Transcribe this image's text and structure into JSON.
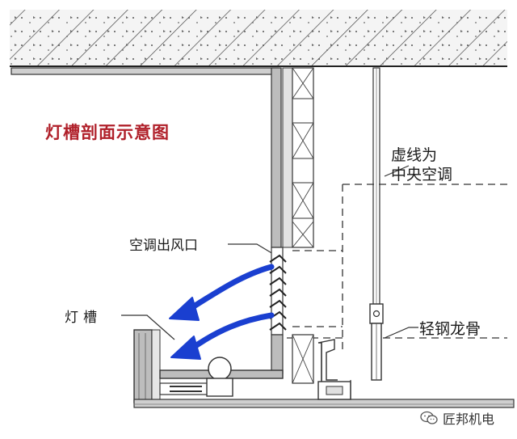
{
  "title": "灯槽剖面示意图",
  "labels": {
    "dashed_note_line1": "虚线为",
    "dashed_note_line2": "中央空调",
    "vent": "空调出风口",
    "light_trough": "灯槽",
    "light_steel_keel": "轻钢龙骨"
  },
  "brand": {
    "name": "匠邦机电",
    "icon": "wechat-icon"
  },
  "colors": {
    "title": "#b0202a",
    "airflow_arrow": "#1a3fd0",
    "line": "#2a2a2a"
  }
}
